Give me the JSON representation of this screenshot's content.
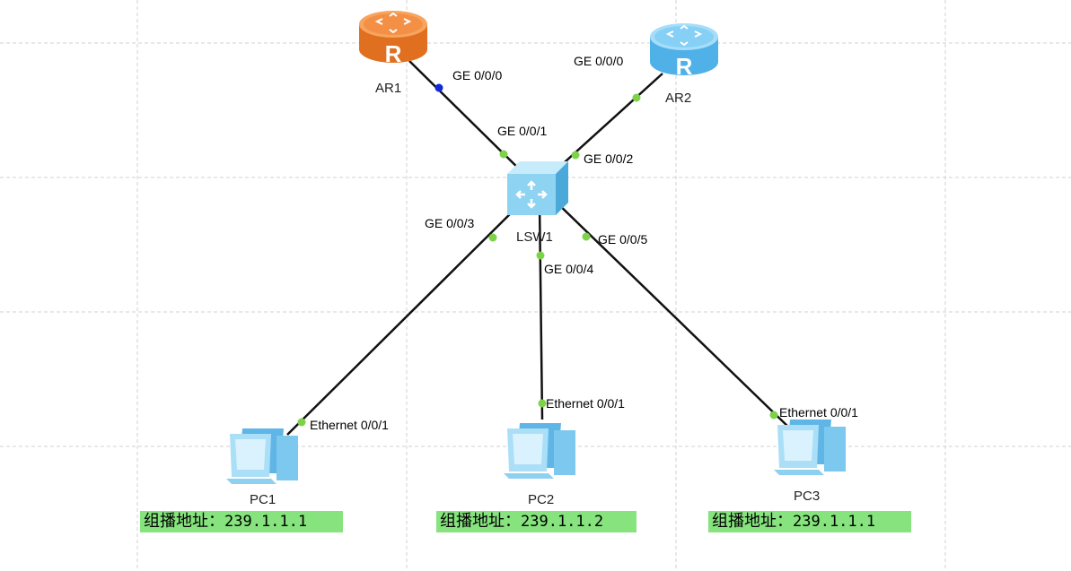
{
  "devices": {
    "ar1": {
      "label": "AR1"
    },
    "ar2": {
      "label": "AR2"
    },
    "lsw1": {
      "label": "LSW1"
    },
    "pc1": {
      "label": "PC1"
    },
    "pc2": {
      "label": "PC2"
    },
    "pc3": {
      "label": "PC3"
    }
  },
  "ports": {
    "ar1_ge000": "GE 0/0/0",
    "ar2_ge000": "GE 0/0/0",
    "lsw1_ge001": "GE 0/0/1",
    "lsw1_ge002": "GE 0/0/2",
    "lsw1_ge003": "GE 0/0/3",
    "lsw1_ge004": "GE 0/0/4",
    "lsw1_ge005": "GE 0/0/5",
    "pc1_eth": "Ethernet 0/0/1",
    "pc2_eth": "Ethernet 0/0/1",
    "pc3_eth": "Ethernet 0/0/1"
  },
  "notes": {
    "pc1": {
      "label": "组播地址：",
      "value": "239.1.1.1"
    },
    "pc2": {
      "label": "组播地址：",
      "value": "239.1.1.2"
    },
    "pc3": {
      "label": "组播地址：",
      "value": "239.1.1.1"
    }
  },
  "colors": {
    "router_ar1": "#f28a3a",
    "router_ar2": "#6fc4ef",
    "switch": "#8fd3f2",
    "pc": "#7cc8ee",
    "port_up": "#7dd24a",
    "port_selected": "#1428d6",
    "note_bg": "#86e37e",
    "grid": "#d0d0d0"
  }
}
